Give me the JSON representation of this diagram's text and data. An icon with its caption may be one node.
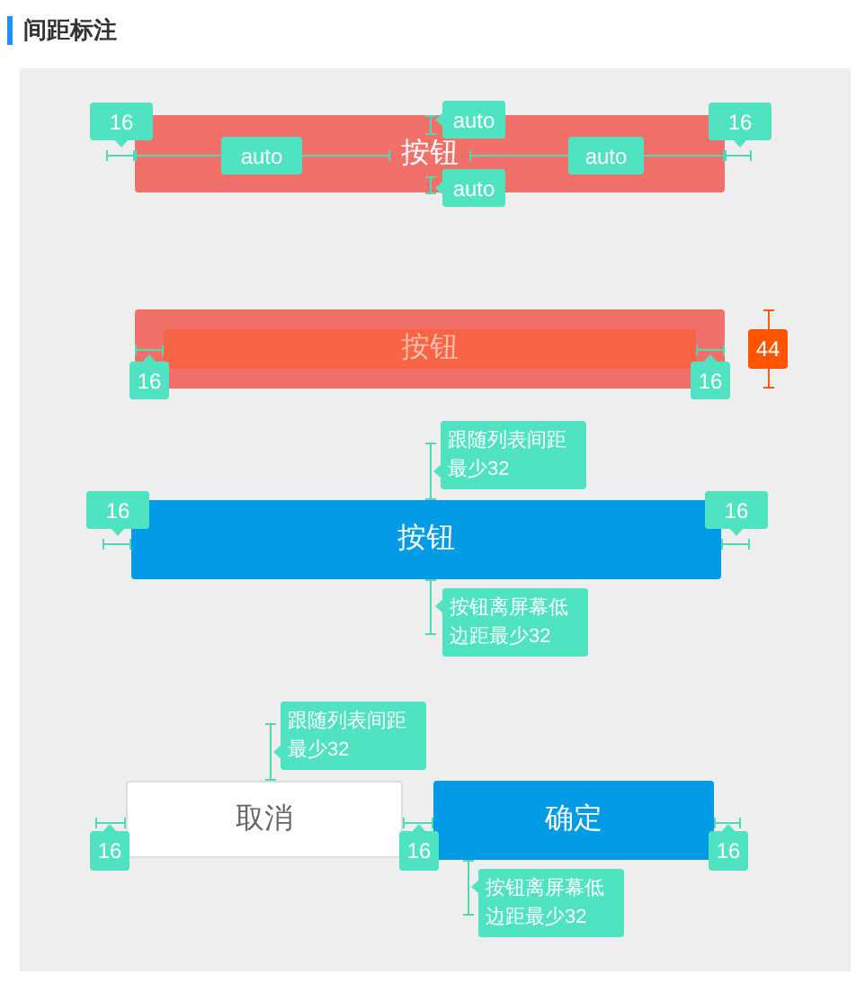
{
  "diagram": {
    "title": "间距标注",
    "nodes": [
      {
        "text": [
          "16"
        ]
      },
      {
        "text": [
          "按钮"
        ]
      },
      {
        "text": [
          "16"
        ]
      },
      {
        "text": [
          "auto"
        ]
      },
      {
        "text": [
          "auto"
        ],
        "in": 1
      },
      {
        "text": [
          "auto"
        ],
        "in": 1
      },
      {
        "text": [
          "auto"
        ]
      },
      {
        "text": [],
        "shape": "bar"
      },
      {
        "text": [
          "按钮"
        ],
        "in": 7
      },
      {
        "text": [
          "16"
        ]
      },
      {
        "text": [
          "16"
        ]
      },
      {
        "text": [
          "44"
        ]
      },
      {
        "text": [
          "跟随列表间距最少32"
        ]
      },
      {
        "text": [
          "16"
        ]
      },
      {
        "text": [
          "按钮"
        ]
      },
      {
        "text": [
          "16"
        ]
      },
      {
        "text": [
          "按钮离屏幕低边距最少32"
        ]
      },
      {
        "text": [
          "跟随列表间距最少32"
        ]
      },
      {
        "text": [
          "取消"
        ]
      },
      {
        "text": [
          "确定"
        ]
      },
      {
        "text": [
          "16"
        ]
      },
      {
        "text": [
          "16"
        ]
      },
      {
        "text": [
          "16"
        ]
      },
      {
        "text": [
          "按钮离屏幕低边距最少32"
        ]
      }
    ]
  }
}
